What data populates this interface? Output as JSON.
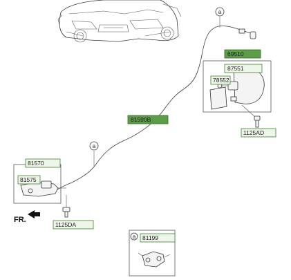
{
  "parts": {
    "p69510": "69510",
    "p87551": "87551",
    "p78552": "78552",
    "p1125AD": "1125AD",
    "p81590B": "81590B",
    "p81570": "81570",
    "p81575": "81575",
    "p1125DA": "1125DA",
    "p81199": "81199"
  },
  "direction_label": "FR.",
  "ref_marker": "a",
  "colors": {
    "highlight_fill": "#5e9c4a",
    "highlight_stroke": "#2f6b24",
    "label_fill": "#eef6ea",
    "label_stroke": "#3f7f32"
  }
}
